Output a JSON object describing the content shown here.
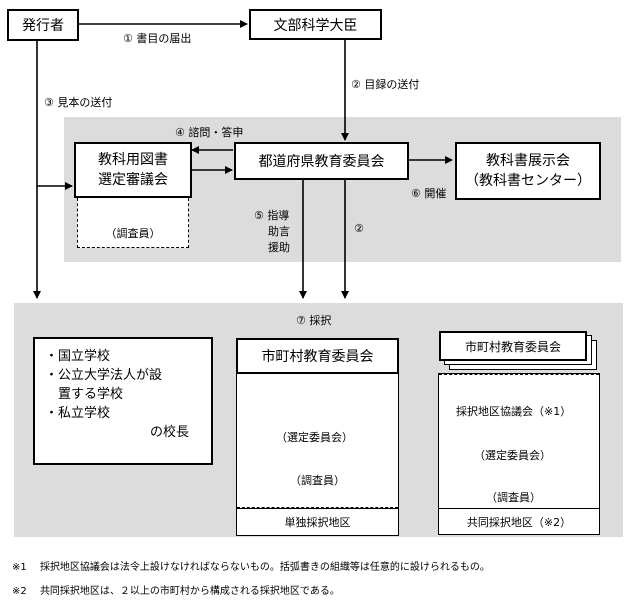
{
  "top": {
    "issuer": "発行者",
    "minister": "文部科学大臣",
    "step1": "① 書目の届出",
    "step2": "② 目録の送付",
    "step3": "③ 見本の送付"
  },
  "upper_panel": {
    "step4": "④ 諮問・答申",
    "council_line1": "教科用図書",
    "council_line2": "選定審議会",
    "investigator": "（調査員）",
    "prefecture_board": "都道府県教育委員会",
    "exhibition_line1": "教科書展示会",
    "exhibition_line2": "（教科書センター）",
    "step6": "⑥ 開催",
    "step5_line1": "⑤ 指導",
    "step5_line2": "助言",
    "step5_line3": "援助",
    "step2b": "②"
  },
  "lower_panel": {
    "step7": "⑦ 採択",
    "schools_line1": "・国立学校",
    "schools_line2": "・公立大学法人が設",
    "schools_line3": "　置する学校",
    "schools_line4": "・私立学校",
    "schools_line5": "の校長",
    "municipal_board": "市町村教育委員会",
    "selection_committee": "（選定委員会）",
    "investigator": "（調査員）",
    "single_area": "単独採択地区",
    "joint_municipal_board": "市町村教育委員会",
    "adoption_council": "採択地区協議会（※1）",
    "joint_selection_committee": "（選定委員会）",
    "joint_investigator": "（調査員）",
    "joint_area": "共同採択地区（※2）"
  },
  "notes": {
    "note1_mark": "※1",
    "note1_text": "採択地区協議会は法令上設けなければならないもの。括弧書きの組織等は任意的に設けられるもの。",
    "note2_mark": "※2",
    "note2_text": "共同採択地区は、２以上の市町村から構成される採択地区である。"
  }
}
